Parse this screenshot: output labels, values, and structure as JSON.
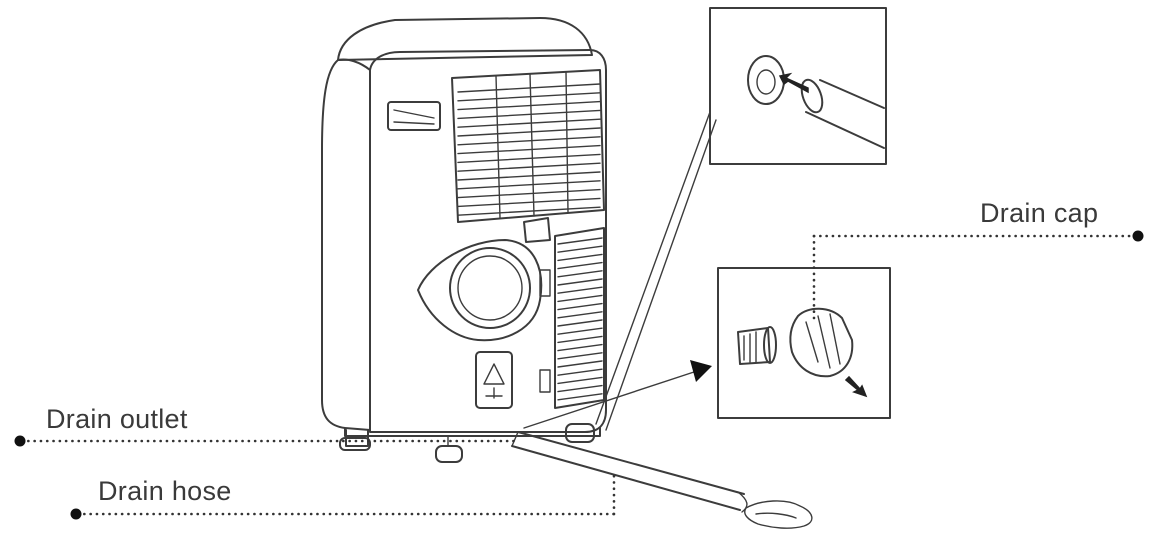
{
  "callouts": {
    "drain_cap": "Drain cap",
    "drain_outlet": "Drain outlet",
    "drain_hose": "Drain hose"
  },
  "colors": {
    "ink": "#3c3c3c",
    "inset_fill": "#f2f2f2",
    "label_text": "#3a3a3a"
  }
}
